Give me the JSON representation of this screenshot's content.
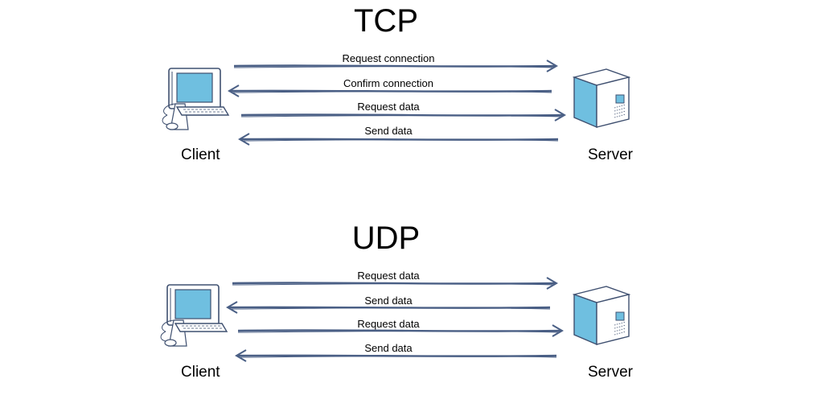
{
  "sections": [
    {
      "title": "TCP",
      "client_label": "Client",
      "server_label": "Server",
      "messages": [
        {
          "label": "Request connection",
          "direction": "to-server"
        },
        {
          "label": "Confirm connection",
          "direction": "to-client"
        },
        {
          "label": "Request data",
          "direction": "to-server"
        },
        {
          "label": "Send data",
          "direction": "to-client"
        }
      ]
    },
    {
      "title": "UDP",
      "client_label": "Client",
      "server_label": "Server",
      "messages": [
        {
          "label": "Request data",
          "direction": "to-server"
        },
        {
          "label": "Send data",
          "direction": "to-client"
        },
        {
          "label": "Request data",
          "direction": "to-server"
        },
        {
          "label": "Send data",
          "direction": "to-client"
        }
      ]
    }
  ],
  "colors": {
    "arrow": "#4a5f85",
    "device_outline": "#3f5070",
    "screen_fill": "#6fbfe0",
    "server_front": "#6fbfe0",
    "server_side": "#ffffff"
  },
  "icons": {
    "client": "desktop-computer-icon",
    "server": "server-tower-icon"
  }
}
